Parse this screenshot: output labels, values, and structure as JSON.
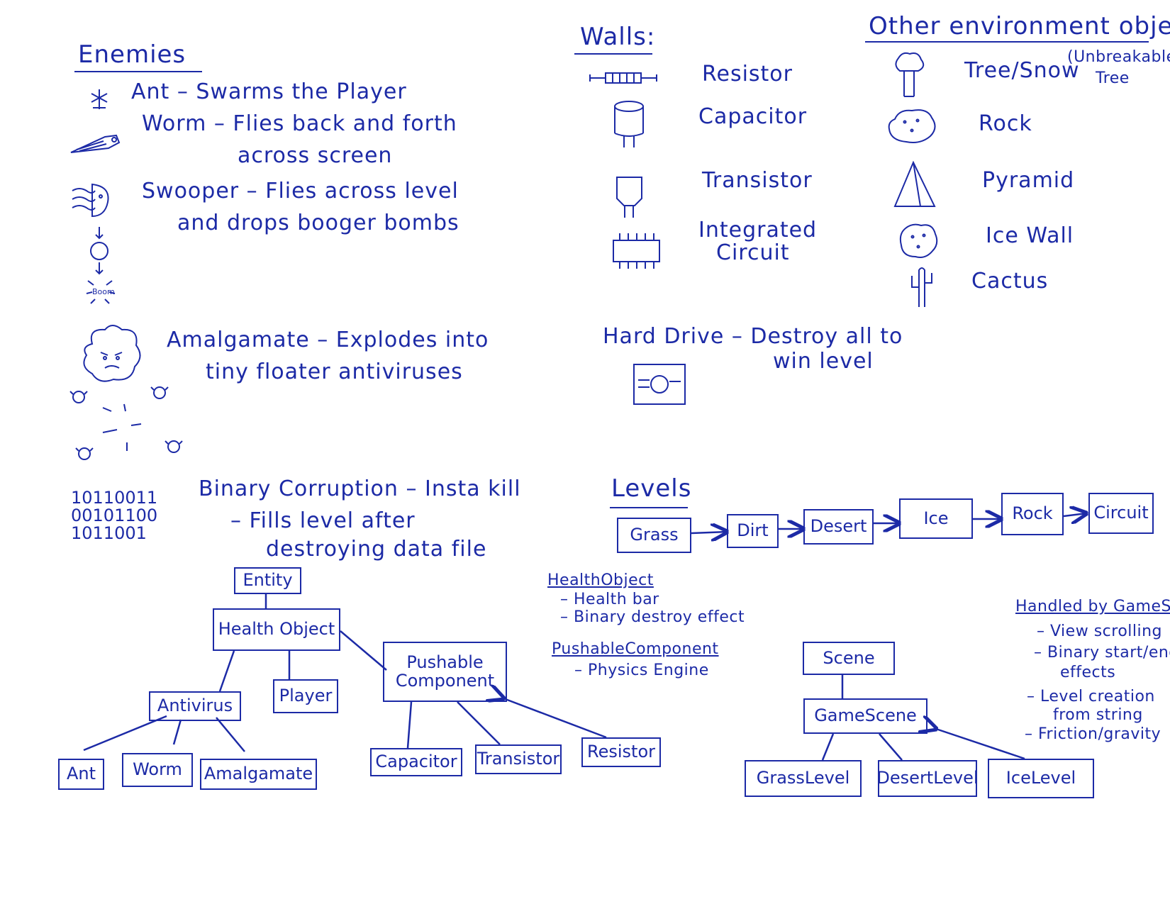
{
  "enemies": {
    "heading": "Enemies",
    "ant": "Ant – Swarms the Player",
    "worm_1": "Worm – Flies back and forth",
    "worm_2": "across screen",
    "swooper_1": "Swooper – Flies across level",
    "swooper_2": "and drops booger bombs",
    "amalgamate_1": "Amalgamate – Explodes into",
    "amalgamate_2": "tiny floater antiviruses",
    "binary_1": "Binary Corruption – Insta kill",
    "binary_2": "– Fills level after",
    "binary_3": "destroying data file",
    "binary_digits": [
      "10110011",
      "00101100",
      "1011001"
    ],
    "boom_label": "Boom"
  },
  "walls": {
    "heading": "Walls:",
    "resistor": "Resistor",
    "capacitor": "Capacitor",
    "transistor": "Transistor",
    "ic_1": "Integrated",
    "ic_2": "Circuit",
    "harddrive_1": "Hard Drive – Destroy all to",
    "harddrive_2": "win level"
  },
  "environment": {
    "heading": "Other environment objects?",
    "tree": "Tree/Snow",
    "tree_note_1": "(Unbreakable)",
    "tree_note_2": "Tree",
    "rock": "Rock",
    "pyramid": "Pyramid",
    "icewall": "Ice Wall",
    "cactus": "Cactus"
  },
  "levels": {
    "heading": "Levels",
    "items": [
      "Grass",
      "Dirt",
      "Desert",
      "Ice",
      "Rock",
      "Circuit"
    ]
  },
  "hierarchy": {
    "entity": "Entity",
    "health_object": "Health Object",
    "pushable": "Pushable Component",
    "antivirus": "Antivirus",
    "player": "Player",
    "ant": "Ant",
    "worm": "Worm",
    "amalgamate": "Amalgamate",
    "capacitor": "Capacitor",
    "transistor": "Transistor",
    "resistor": "Resistor"
  },
  "notes": {
    "health_title": "HealthObject",
    "health_1": "– Health bar",
    "health_2": "– Binary destroy effect",
    "push_title": "PushableComponent",
    "push_1": "– Physics Engine"
  },
  "scene": {
    "scene": "Scene",
    "gamescene": "GameScene",
    "grass": "GrassLevel",
    "desert": "DesertLevel",
    "ice": "IceLevel"
  },
  "handled": {
    "title": "Handled by GameScene",
    "items": [
      "– View scrolling",
      "– Binary start/end",
      "effects",
      "– Level creation",
      "from string",
      "– Friction/gravity"
    ]
  }
}
